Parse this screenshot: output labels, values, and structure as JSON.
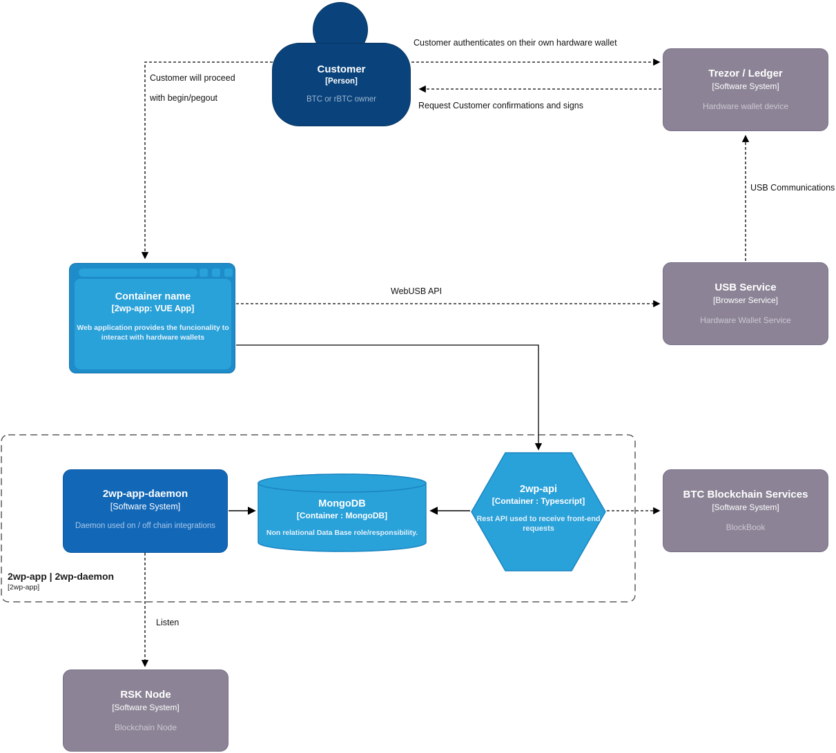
{
  "nodes": {
    "customer": {
      "title": "Customer",
      "type": "[Person]",
      "desc": "BTC or rBTC owner"
    },
    "trezor_ledger": {
      "title": "Trezor / Ledger",
      "type": "[Software System]",
      "desc": "Hardware wallet device"
    },
    "web_app": {
      "title": "Container name",
      "type": "[2wp-app: VUE App]",
      "desc": "Web application provides the funcionality to interact with hardware wallets"
    },
    "usb_service": {
      "title": "USB Service",
      "type": "[Browser Service]",
      "desc": "Hardware Wallet Service"
    },
    "daemon": {
      "title": "2wp-app-daemon",
      "type": "[Software System]",
      "desc": "Daemon used on / off chain integrations"
    },
    "mongodb": {
      "title": "MongoDB",
      "type": "[Container : MongoDB]",
      "desc": "Non relational Data Base role/responsibility."
    },
    "api": {
      "title": "2wp-api",
      "type": "[Container : Typescript]",
      "desc": "Rest API used to receive front-end requests"
    },
    "btc_services": {
      "title": "BTC Blockchain Services",
      "type": "[Software System]",
      "desc": "BlockBook"
    },
    "rsk_node": {
      "title": "RSK Node",
      "type": "[Software System]",
      "desc": "Blockchain Node"
    }
  },
  "boundary": {
    "title": "2wp-app | 2wp-daemon",
    "type": "[2wp-app]"
  },
  "edge_labels": {
    "authenticate": "Customer authenticates on their own hardware wallet",
    "request_confirm": "Request Customer confirmations and signs",
    "proceed_1": "Customer will proceed",
    "proceed_2": "with begin/pegout",
    "usb_comm": "USB Communications",
    "webusb": "WebUSB API",
    "listen": "Listen"
  },
  "colors": {
    "person_blue": "#0A437C",
    "system_blue": "#1267B7",
    "container_blue": "#29A1D9",
    "external_gray": "#8C8496",
    "edge_black": "#000000",
    "boundary_gray": "#5A5A5A"
  }
}
